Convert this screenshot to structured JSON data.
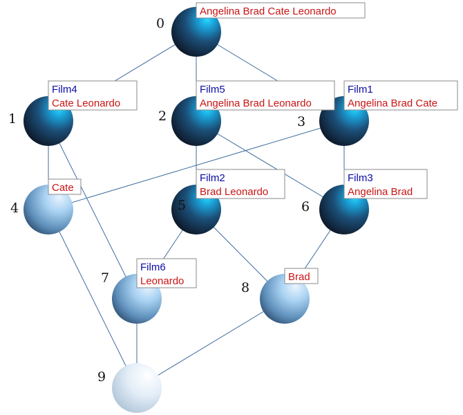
{
  "diagram": {
    "nodes": [
      {
        "id": "0",
        "number": "0",
        "shade": "dark",
        "label_top": "",
        "label_bottom": "Angelina Brad Cate Leonardo"
      },
      {
        "id": "1",
        "number": "1",
        "shade": "dark",
        "label_top": "Film4",
        "label_bottom": "Cate Leonardo"
      },
      {
        "id": "2",
        "number": "2",
        "shade": "dark",
        "label_top": "Film5",
        "label_bottom": "Angelina Brad Leonardo"
      },
      {
        "id": "3",
        "number": "3",
        "shade": "dark",
        "label_top": "Film1",
        "label_bottom": "Angelina Brad Cate"
      },
      {
        "id": "4",
        "number": "4",
        "shade": "light",
        "label_top": "",
        "label_bottom": "Cate"
      },
      {
        "id": "5",
        "number": "5",
        "shade": "dark",
        "label_top": "Film2",
        "label_bottom": "Brad Leonardo"
      },
      {
        "id": "6",
        "number": "6",
        "shade": "dark",
        "label_top": "Film3",
        "label_bottom": "Angelina Brad"
      },
      {
        "id": "7",
        "number": "7",
        "shade": "light",
        "label_top": "Film6",
        "label_bottom": "Leonardo"
      },
      {
        "id": "8",
        "number": "8",
        "shade": "light",
        "label_top": "",
        "label_bottom": "Brad"
      },
      {
        "id": "9",
        "number": "9",
        "shade": "pale",
        "label_top": "",
        "label_bottom": ""
      }
    ],
    "edges": [
      [
        "0",
        "1"
      ],
      [
        "0",
        "2"
      ],
      [
        "0",
        "3"
      ],
      [
        "1",
        "4"
      ],
      [
        "1",
        "7"
      ],
      [
        "2",
        "5"
      ],
      [
        "2",
        "6"
      ],
      [
        "3",
        "4"
      ],
      [
        "3",
        "6"
      ],
      [
        "4",
        "9"
      ],
      [
        "5",
        "7"
      ],
      [
        "5",
        "8"
      ],
      [
        "6",
        "8"
      ],
      [
        "7",
        "9"
      ],
      [
        "8",
        "9"
      ]
    ],
    "colors": {
      "edge": "#3d6c9e",
      "label_top": "#0a0aa8",
      "label_bottom": "#c81414",
      "box_border": "#8a8a8a"
    }
  }
}
